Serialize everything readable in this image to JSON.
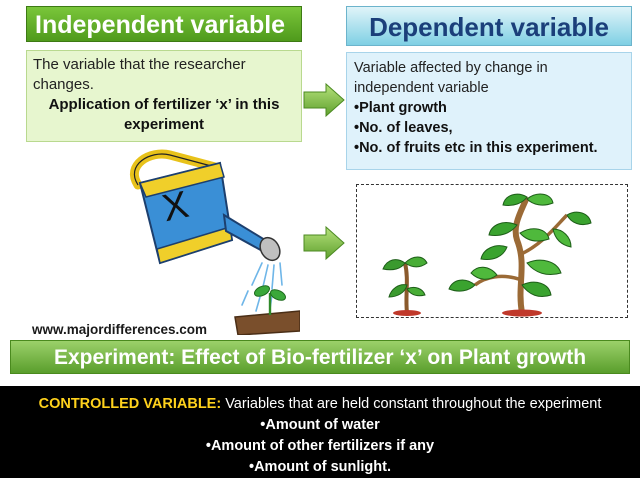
{
  "independent": {
    "title": "Independent variable",
    "desc": "The variable that the researcher changes.",
    "example": "Application of fertilizer ‘x’ in this experiment"
  },
  "dependent": {
    "title": "Dependent variable",
    "desc": "Variable affected by change in independent variable",
    "items": [
      "•Plant growth",
      "•No. of leaves,",
      "•No. of fruits etc in this experiment."
    ]
  },
  "can_label": "X",
  "website": "www.majordifferences.com",
  "experiment_title": "Experiment: Effect of Bio-fertilizer ‘x’ on  Plant growth",
  "controlled": {
    "label": "CONTROLLED VARIABLE:",
    "desc": " Variables that are held constant throughout the experiment",
    "items": [
      "•Amount of water",
      "•Amount of other fertilizers if any",
      "•Amount of sunlight."
    ]
  },
  "colors": {
    "green_accent": "#5a9e2c",
    "blue_title": "#1b3f7a",
    "controlled_label": "#ffd21c"
  }
}
